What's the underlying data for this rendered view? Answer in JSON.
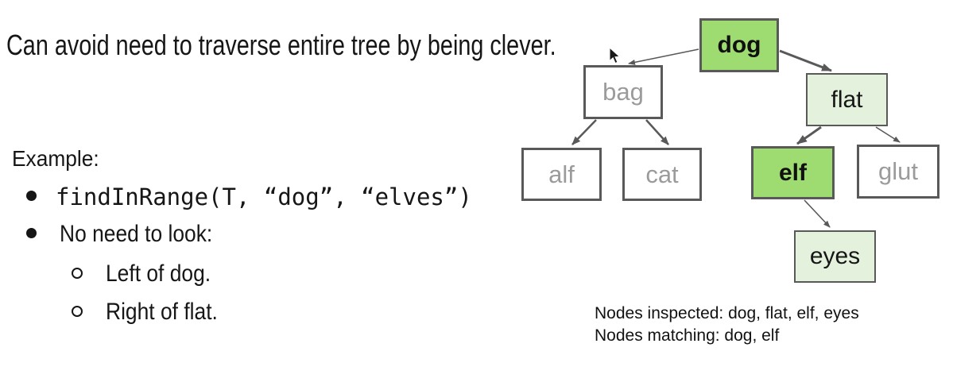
{
  "title": "Can avoid need to traverse entire tree by being clever.",
  "example": {
    "heading": "Example:",
    "code_call": "findInRange(T, “dog”, “elves”)",
    "no_need_label": "No need to look:",
    "sub_items": [
      "Left of dog.",
      "Right of flat."
    ]
  },
  "tree": {
    "nodes": [
      {
        "id": "dog",
        "label": "dog",
        "state": "matching"
      },
      {
        "id": "bag",
        "label": "bag",
        "state": "skipped"
      },
      {
        "id": "flat",
        "label": "flat",
        "state": "inspected"
      },
      {
        "id": "alf",
        "label": "alf",
        "state": "skipped"
      },
      {
        "id": "cat",
        "label": "cat",
        "state": "skipped"
      },
      {
        "id": "elf",
        "label": "elf",
        "state": "matching"
      },
      {
        "id": "glut",
        "label": "glut",
        "state": "skipped"
      },
      {
        "id": "eyes",
        "label": "eyes",
        "state": "inspected"
      }
    ],
    "edges": [
      {
        "from": "dog",
        "to": "bag",
        "emphasis": "thin"
      },
      {
        "from": "dog",
        "to": "flat",
        "emphasis": "thick"
      },
      {
        "from": "bag",
        "to": "alf",
        "emphasis": "medium"
      },
      {
        "from": "bag",
        "to": "cat",
        "emphasis": "medium"
      },
      {
        "from": "flat",
        "to": "elf",
        "emphasis": "thick"
      },
      {
        "from": "flat",
        "to": "glut",
        "emphasis": "thin"
      },
      {
        "from": "elf",
        "to": "eyes",
        "emphasis": "thin"
      }
    ],
    "colors": {
      "matching_fill": "#9edb70",
      "inspected_fill": "#e4f2dd",
      "skipped_fill": "#ffffff",
      "border": "#595959",
      "arrow": "#595959",
      "skipped_text": "#9b9b9b"
    }
  },
  "caption": {
    "inspected": "Nodes inspected: dog, flat, elf, eyes",
    "matching": "Nodes matching: dog, elf"
  }
}
